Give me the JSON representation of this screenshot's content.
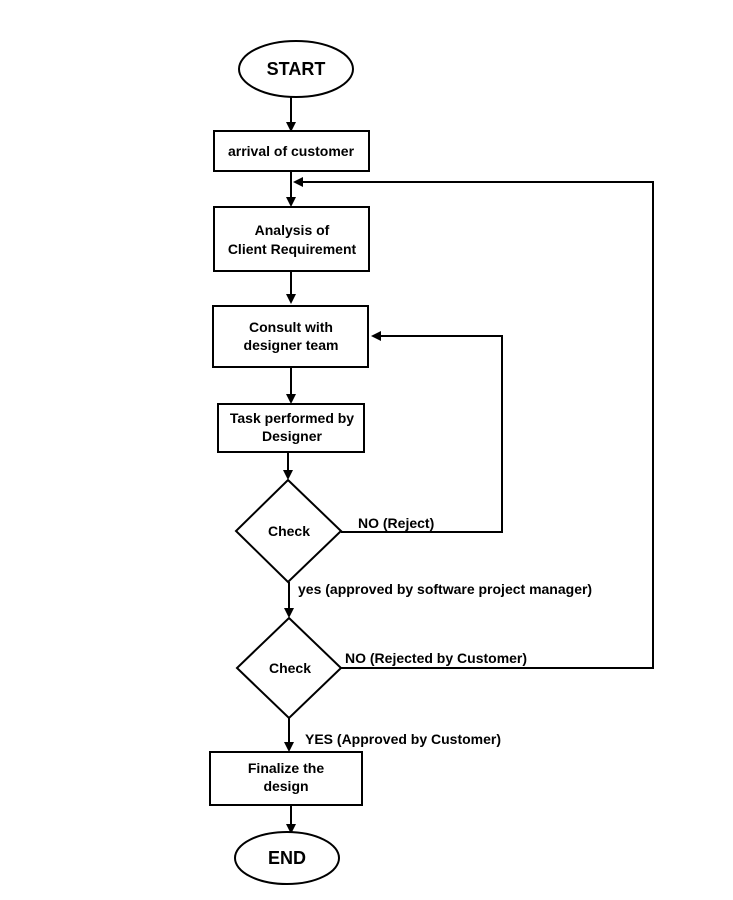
{
  "nodes": {
    "start": "START",
    "arrival": "arrival of customer",
    "analysis": [
      "Analysis of",
      "Client Requirement"
    ],
    "consult": [
      "Consult with",
      "designer team"
    ],
    "task": [
      "Task performed by",
      "Designer"
    ],
    "check1": "Check",
    "check2": "Check",
    "finalize": [
      "Finalize the",
      "design"
    ],
    "end": "END"
  },
  "edges": {
    "check1_no": "NO (Reject)",
    "check1_yes": "yes (approved by software project manager)",
    "check2_no": "NO (Rejected by Customer)",
    "check2_yes": "YES (Approved by Customer)"
  }
}
